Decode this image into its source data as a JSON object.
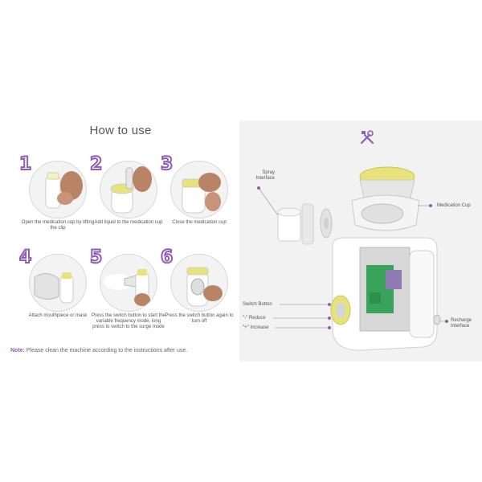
{
  "left": {
    "title": "How to use",
    "steps": [
      {
        "number": "1",
        "caption": "Open the medication cup by lifting the clip"
      },
      {
        "number": "2",
        "caption": "Add liquid to the medication cup"
      },
      {
        "number": "3",
        "caption": "Close the medication cup"
      },
      {
        "number": "4",
        "caption": "Attach mouthpiece or mask"
      },
      {
        "number": "5",
        "caption": "Press the switch button to start the variable frequency mode, long press to switch to the surge mode"
      },
      {
        "number": "6",
        "caption": "Press the switch button again to turn off"
      }
    ],
    "note_label": "Note:",
    "note_text": "Please clean the machine according to the instructions after use."
  },
  "right": {
    "icon": "tools-icon",
    "labels": {
      "spray_interface": "Spray Interface",
      "medication_cup": "Medication Cup",
      "switch_button": "Switch Button",
      "reduce": "\"-\" Reduce",
      "increase": "\"+\" Increase",
      "recharge_interface": "Recharge Interface"
    }
  },
  "colors": {
    "accent": "#8e5fb6",
    "yellow": "#e8e27a",
    "green": "#3aa35b",
    "panel": "#f2f2f2"
  }
}
